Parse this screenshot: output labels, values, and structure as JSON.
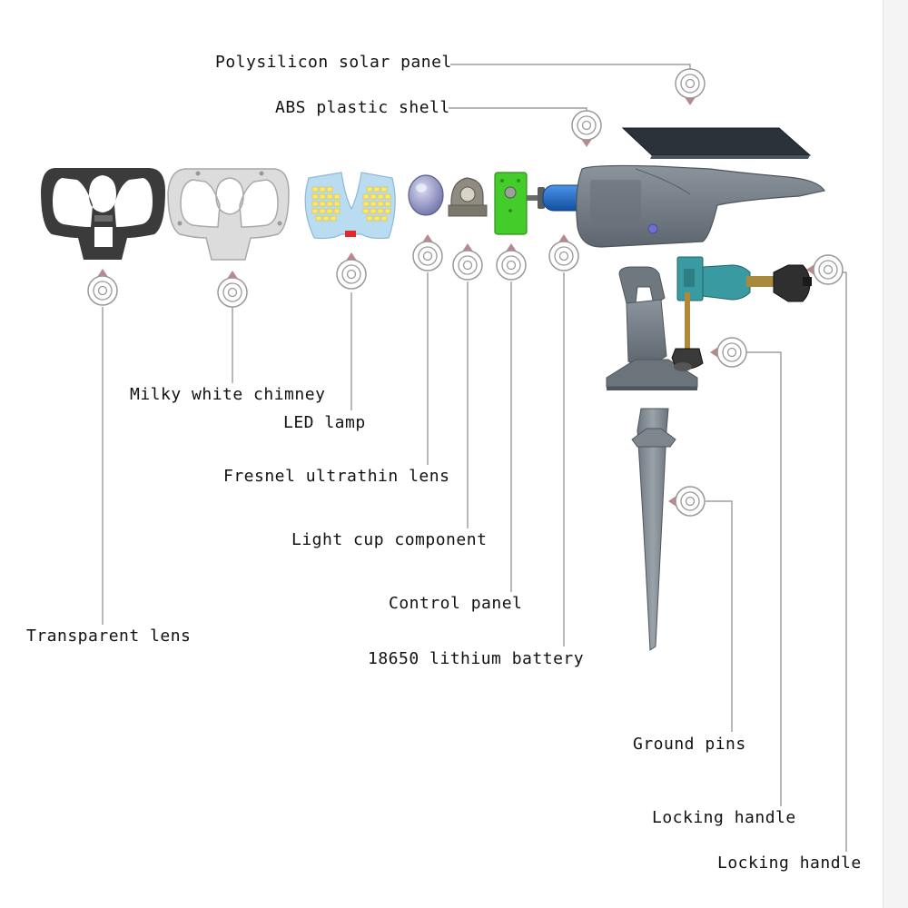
{
  "labels": {
    "solar_panel": "Polysilicon solar panel",
    "abs_shell": "ABS plastic shell",
    "milky_chimney": "Milky white chimney",
    "led_lamp": "LED lamp",
    "fresnel_lens": "Fresnel ultrathin lens",
    "light_cup": "Light cup component",
    "control_panel": "Control panel",
    "battery": "18650 lithium battery",
    "transparent_lens": "Transparent lens",
    "ground_pins": "Ground pins",
    "locking_handle_1": "Locking handle",
    "locking_handle_2": "Locking handle"
  },
  "icons": [
    "location-pin-icon"
  ],
  "colors": {
    "leader_line": "#8a8a8a",
    "pin_fill": "#b7888e",
    "gasket": "#3b3b3b",
    "chimney": "#dcdcdc",
    "led_board": "#b9dcf0",
    "led_chip": "#ffe86a",
    "lens": "#8a8cc0",
    "control_board": "#44cc2a",
    "battery": "#1f6fd1",
    "housing": "#737c86",
    "solar": "#2b323a",
    "teal_part": "#3a9aa2"
  }
}
